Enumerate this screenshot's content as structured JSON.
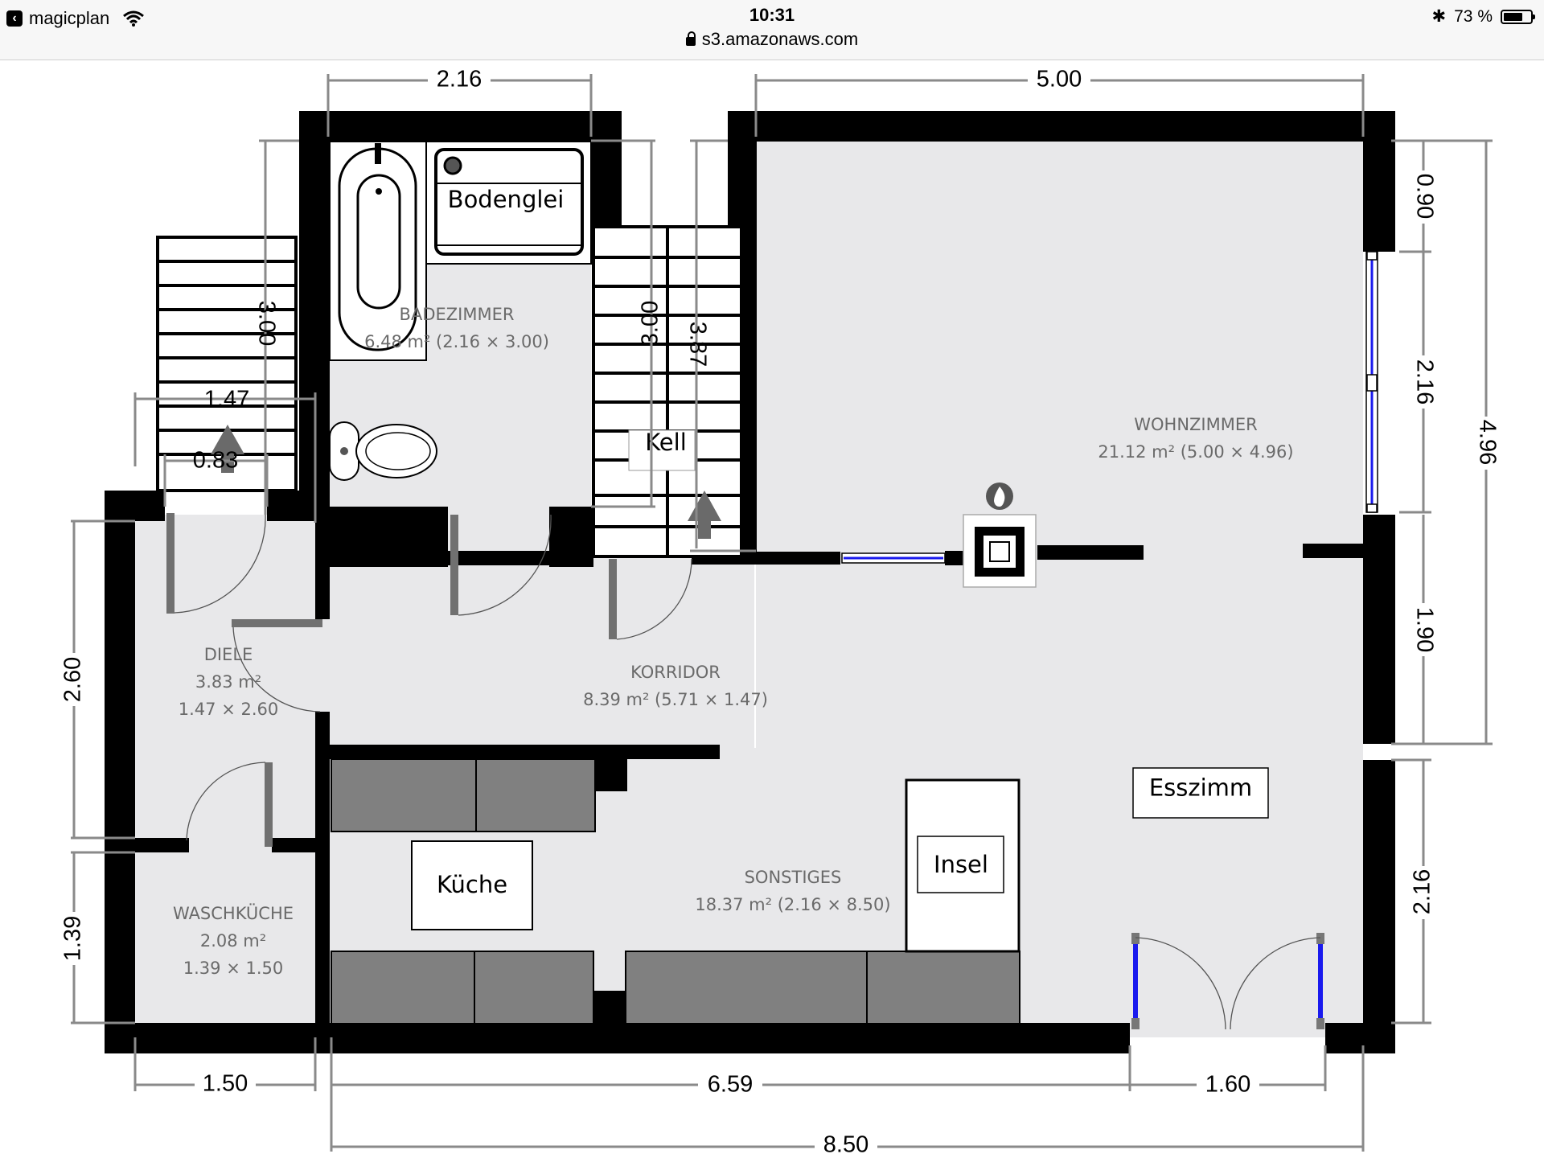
{
  "status_bar": {
    "back_app": "magicplan",
    "time": "10:31",
    "url": "s3.amazonaws.com",
    "bluetooth": "✱",
    "battery": "73 %",
    "battery_level": 0.73,
    "icons": [
      "back-chevron-icon",
      "wifi-icon",
      "lock-icon",
      "bluetooth-icon",
      "battery-icon"
    ]
  },
  "rooms": {
    "badezimmer": {
      "name": "BADEZIMMER",
      "area": "6.48 m² (2.16 × 3.00)"
    },
    "wohnzimmer": {
      "name": "WOHNZIMMER",
      "area": "21.12 m² (5.00 × 4.96)"
    },
    "diele": {
      "name": "DIELE",
      "area": "3.83 m²",
      "size": "1.47 × 2.60"
    },
    "korridor": {
      "name": "KORRIDOR",
      "area": "8.39 m² (5.71 × 1.47)"
    },
    "sonstiges": {
      "name": "SONSTIGES",
      "area": "18.37 m² (2.16 × 8.50)"
    },
    "waschkueche": {
      "name": "WASCHKÜCHE",
      "area": "2.08 m²",
      "size": "1.39 × 1.50"
    }
  },
  "labels": {
    "bodenglei": "Bodenglei",
    "kell": "Kell",
    "esszimm": "Esszimm",
    "kueche": "Küche",
    "insel": "Insel"
  },
  "dimensions": {
    "top_bathroom": "2.16",
    "top_living": "5.00",
    "right_top": "0.90",
    "right_window": "2.16",
    "right_total": "4.96",
    "right_mid": "1.90",
    "right_bottom": "2.16",
    "left_stair_height": "3.00",
    "stair_1_47": "1.47",
    "stair_0_83": "0.83",
    "kell_stair_height": "3.00",
    "kell_3_87": "3.87",
    "left_diele": "2.60",
    "left_wasch": "1.39",
    "bottom_wasch": "1.50",
    "bottom_kitchen": "6.59",
    "bottom_door": "1.60",
    "bottom_total": "8.50"
  },
  "colors": {
    "wall": "#000000",
    "floor": "#e8e8ea",
    "cabinet": "#808080",
    "dimension_line": "#8a8a8a",
    "window_glass": "#1a1aee",
    "room_text": "#6a6a6a",
    "fireplace_icon": "#555555"
  }
}
